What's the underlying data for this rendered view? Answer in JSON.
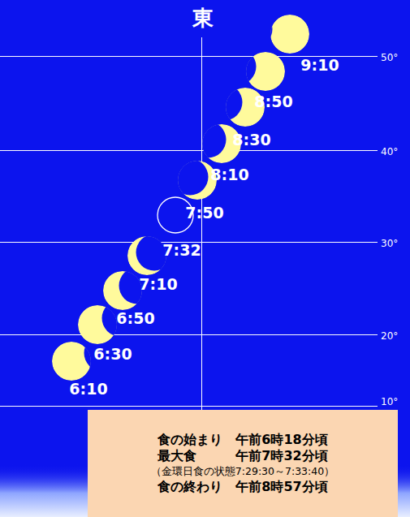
{
  "diagram": {
    "nodes": [
      {
        "text": [
          "食の始まり　午前6時18分頃",
          "最大食　　　午前7時32分頃",
          "（金環日食の状態7:29:30～7:33:40）",
          "食の終わり　午前8時57分頃"
        ]
      }
    ],
    "labels": [
      "東",
      "9:10",
      "8:50",
      "8:30",
      "8:10",
      "7:50",
      "7:32",
      "7:10",
      "6:50",
      "6:30",
      "6:10",
      "50°",
      "40°",
      "30°",
      "20°",
      "10°"
    ]
  }
}
